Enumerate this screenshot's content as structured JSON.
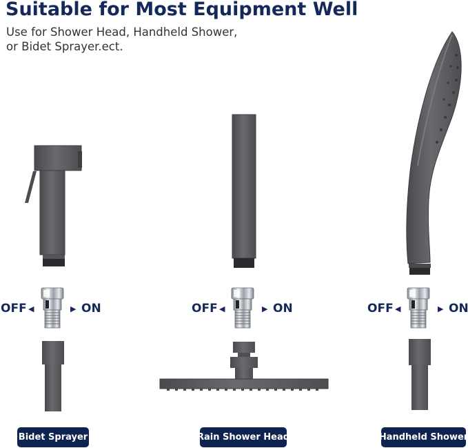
{
  "header": {
    "title": "Suitable for Most Equipment Well",
    "subtitle_line1": "Use for Shower Head, Handheld Shower,",
    "subtitle_line2": "or Bidet Sprayer.ect."
  },
  "valve": {
    "off_label": "OFF",
    "on_label": "ON"
  },
  "items": [
    {
      "label": "Bidet Sprayer"
    },
    {
      "label": "Rain Shower Head"
    },
    {
      "label": "Handheld Shower"
    }
  ],
  "colors": {
    "title": "#14285a",
    "badge_bg": "#0f2350",
    "metal": "#5a5a5e"
  }
}
